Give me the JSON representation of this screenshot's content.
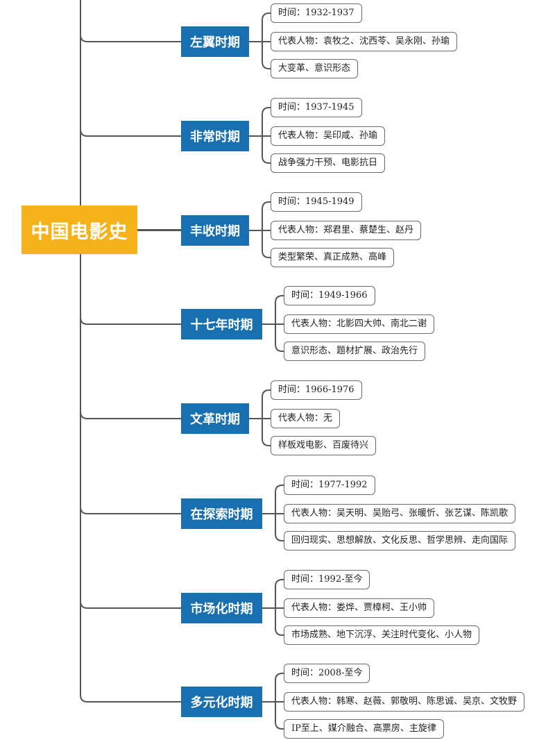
{
  "title": "中国电影史",
  "periods": [
    {
      "name": "左翼时期",
      "items": [
        "时间：1932-1937",
        "代表人物：袁牧之、沈西苓、吴永刚、孙瑜",
        "大变革、意识形态"
      ]
    },
    {
      "name": "非常时期",
      "items": [
        "时间：1937-1945",
        "代表人物：吴印咸、孙瑜",
        "战争强力干预、电影抗日"
      ]
    },
    {
      "name": "丰收时期",
      "items": [
        "时间：1945-1949",
        "代表人物：郑君里、蔡楚生、赵丹",
        "类型繁荣、真正成熟、高峰"
      ]
    },
    {
      "name": "十七年时期",
      "items": [
        "时间：1949-1966",
        "代表人物：北影四大帅、南北二谢",
        "意识形态、题材扩展、政治先行"
      ]
    },
    {
      "name": "文革时期",
      "items": [
        "时间：1966-1976",
        "代表人物：无",
        "样板戏电影、百废待兴"
      ]
    },
    {
      "name": "在探索时期",
      "items": [
        "时间：1977-1992",
        "代表人物：吴天明、吴贻弓、张暖忻、张艺谋、陈凯歌",
        "回归现实、思想解放、文化反思、哲学思辨、走向国际"
      ]
    },
    {
      "name": "市场化时期",
      "items": [
        "时间：1992-至今",
        "代表人物：娄烨、贾樟柯、王小帅",
        "市场成熟、地下沉浮、关注时代变化、小人物"
      ]
    },
    {
      "name": "多元化时期",
      "items": [
        "时间：2008-至今",
        "代表人物：韩寒、赵薇、郭敬明、陈思诚、吴京、文牧野",
        "IP至上、媒介融合、高票房、主旋律"
      ]
    }
  ],
  "colors": {
    "root": "#f6b21a",
    "period": "#1970b1",
    "line": "#555555",
    "leaf_border": "#6a6a6a"
  }
}
